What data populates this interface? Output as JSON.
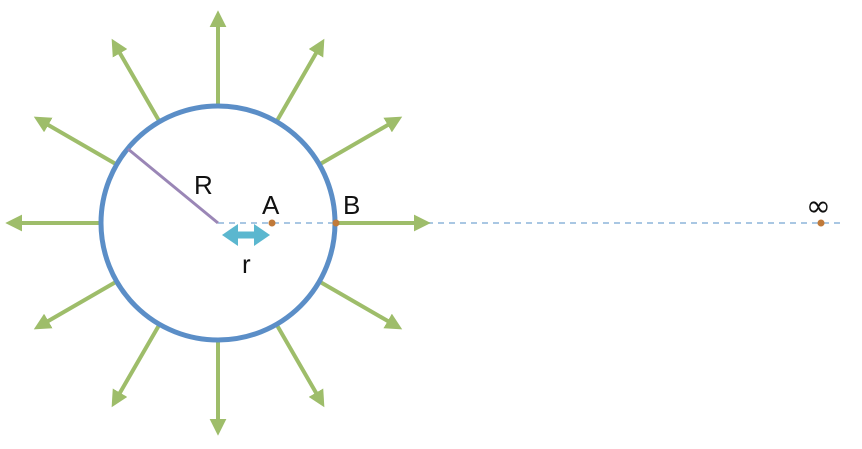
{
  "labels": {
    "radius": "R",
    "distance": "r",
    "point_a": "A",
    "point_b": "B",
    "infinity": "∞"
  },
  "colors": {
    "sphere": "#5b8ec7",
    "field_arrow": "#9ebd6a",
    "radius_line": "#9a86b6",
    "distance_arrow": "#5bb7cf",
    "point": "#c07a3a",
    "dashed_line": "#a9c7e3"
  }
}
